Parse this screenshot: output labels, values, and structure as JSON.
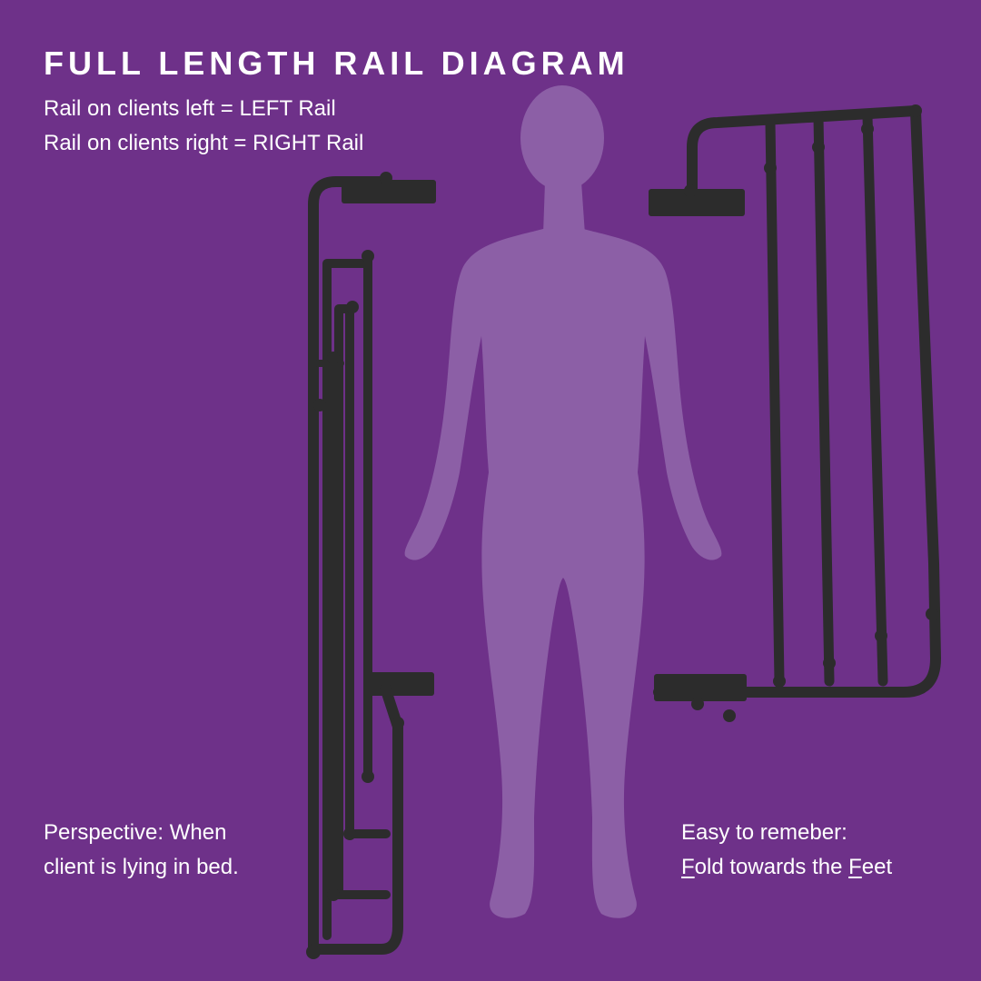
{
  "header": {
    "title": "FULL LENGTH RAIL DIAGRAM",
    "line1": "Rail on clients left = LEFT Rail",
    "line2": "Rail on clients right = RIGHT Rail"
  },
  "notes": {
    "perspective_line1": "Perspective: When",
    "perspective_line2": "client is lying in bed.",
    "remember_line1": "Easy to remeber:",
    "remember_line2": {
      "fold_initial": "F",
      "fold_rest": "old towards the ",
      "feet_initial": "F",
      "feet_rest": "eet"
    }
  },
  "colors": {
    "background": "#6e3189",
    "silhouette": "#8c5fa6",
    "rail": "#2c2c2c",
    "text": "#ffffff"
  },
  "illustrations": {
    "left_rail": "folded-left-bed-rail",
    "human": "standing-human-silhouette",
    "right_rail": "extended-right-bed-rail"
  }
}
